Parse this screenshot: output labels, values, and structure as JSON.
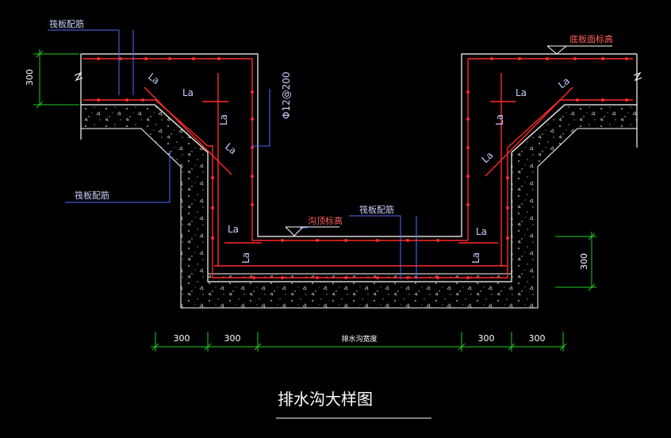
{
  "title": "排水沟大样图",
  "labels": {
    "raft_rebar_top": "筏板配筋",
    "raft_rebar_left": "筏板配筋",
    "raft_rebar_mid": "筏板配筋",
    "bottom_elev": "底板面标高",
    "trench_top_elev": "沟顶标高",
    "rebar_spec": "Φ12@200",
    "anchorage": "La"
  },
  "dimensions": {
    "left_height": "300",
    "right_height": "300",
    "bottom": [
      "300",
      "300",
      "排水沟宽度",
      "300",
      "300"
    ]
  },
  "colors": {
    "background": "#000000",
    "concrete": "#ffffff",
    "rebar": "#ff2a2a",
    "leader": "#4f6cff",
    "dimension": "#22cc22",
    "elevation_mark": "#ffffff"
  }
}
